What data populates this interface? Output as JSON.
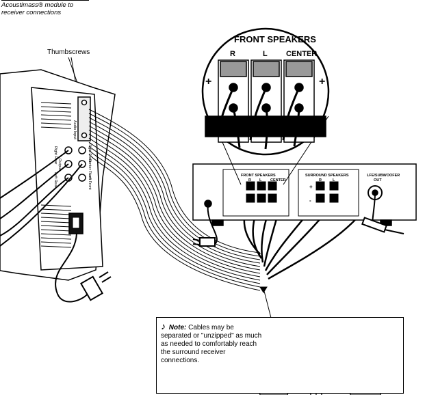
{
  "caption": {
    "line1": "Acoustimass® module to",
    "line2": "receiver connections"
  },
  "callout": {
    "thumbscrews": "Thumbscrews"
  },
  "zoom": {
    "heading": "FRONT SPEAKERS",
    "label_r": "R",
    "label_l": "L",
    "label_center": "CENTER",
    "plus": "+",
    "minus": "-"
  },
  "module": {
    "audio_input": "Audio Input",
    "output": "Output",
    "right_rear": "Right Rear",
    "center_front": "Center Front",
    "right_front": "Right Front",
    "left_rear": "Left Rear",
    "left_front": "Left Front"
  },
  "receiver": {
    "front_speakers": "FRONT SPEAKERS",
    "surround_speakers": "SURROUND SPEAKERS",
    "lfe_line1": "LFE/SUBWOOFER",
    "lfe_line2": "OUT",
    "sub_r": "R",
    "sub_l": "L",
    "sub_center": "CENTER",
    "plus": "+",
    "minus": "-"
  },
  "note": {
    "icon": "♪",
    "label": "Note:",
    "text": "Cables may be separated or \"unzipped\" as much as needed to comfortably reach the surround receiver connections."
  }
}
